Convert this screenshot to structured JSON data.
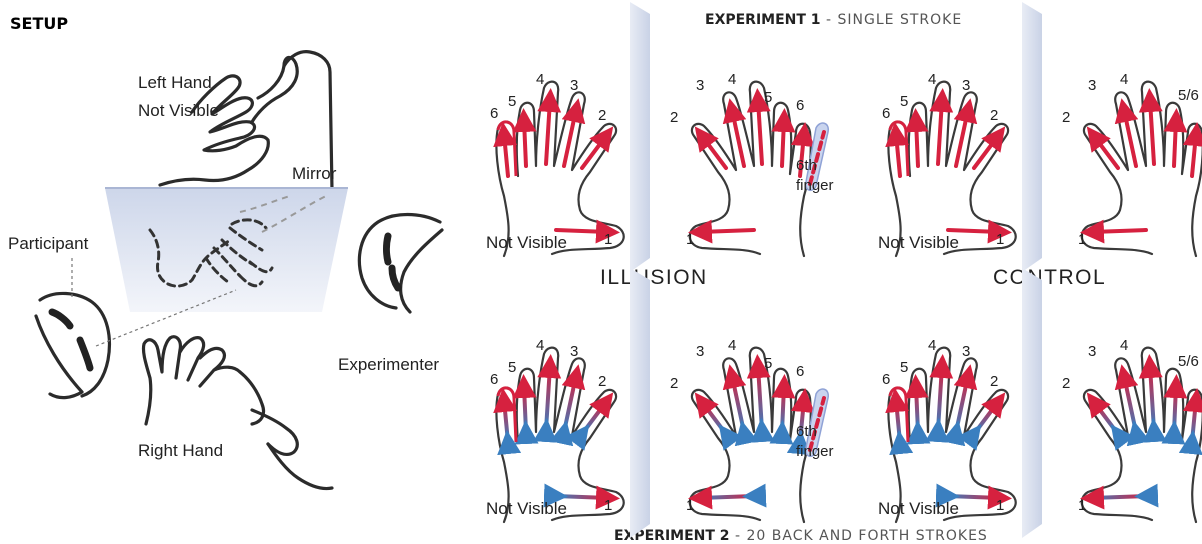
{
  "setup": {
    "title": "SETUP",
    "left_hand": "Left Hand",
    "not_visible": "Not Visible",
    "mirror": "Mirror",
    "participant": "Participant",
    "experimenter": "Experimenter",
    "right_hand": "Right Hand"
  },
  "exp1": {
    "bold": "EXPERIMENT 1",
    "rest": " - SINGLE STROKE"
  },
  "exp2": {
    "bold": "EXPERIMENT 2",
    "rest": " - 20 BACK AND FORTH STROKES"
  },
  "conditions": {
    "illusion": "ILLUSION",
    "control": "CONTROL"
  },
  "labels": {
    "not_visible": "Not Visible",
    "sixth_finger_1": "6th",
    "sixth_finger_2": "finger",
    "fingers_left": [
      "6",
      "5",
      "4",
      "3",
      "2",
      "1"
    ],
    "fingers_right_illusion": [
      "3",
      "4",
      "5",
      "6",
      "2",
      "1"
    ],
    "fingers_right_control": [
      "3",
      "4",
      "5/6",
      "2",
      "1"
    ]
  },
  "colors": {
    "stroke_red": "#d6213f",
    "stroke_blue": "#3a7fc0",
    "mirror_panel": "#dfe5f2",
    "hand_outline": "#3a3a3a"
  }
}
